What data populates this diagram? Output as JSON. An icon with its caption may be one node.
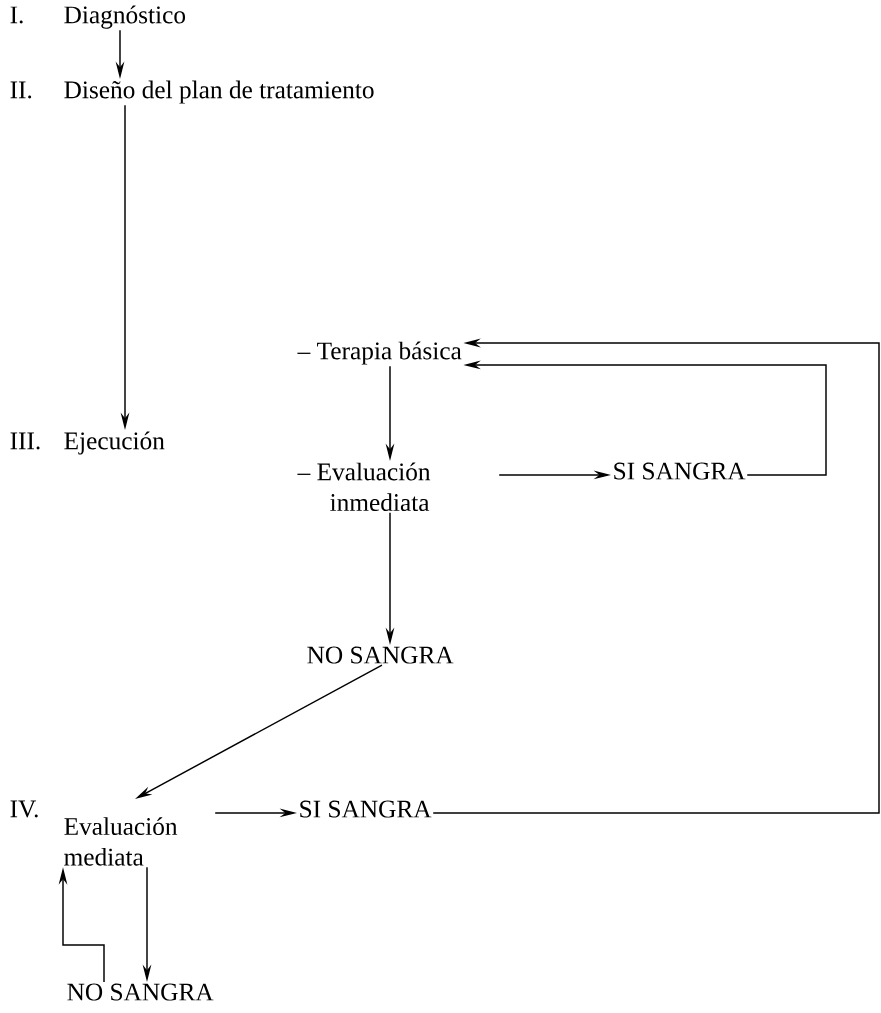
{
  "diagram": {
    "nodes": [
      {
        "text": [
          "I.",
          "Diagnóstico"
        ]
      },
      {
        "text": [
          "II.",
          "Diseño del plan de tratamiento"
        ]
      },
      {
        "text": [
          "III.",
          "Ejecución"
        ]
      },
      {
        "text": [
          "– Terapia básica"
        ]
      },
      {
        "text": [
          "– Evaluación inmediata"
        ]
      },
      {
        "text": [
          "SI SANGRA"
        ]
      },
      {
        "text": [
          "NO SANGRA"
        ]
      },
      {
        "text": [
          "IV.",
          "Evaluación mediata"
        ]
      },
      {
        "text": [
          "SI SANGRA"
        ]
      },
      {
        "text": [
          "NO SANGRA"
        ]
      }
    ],
    "edges": [
      {
        "from": 0,
        "to": 1,
        "arrow": "to"
      },
      {
        "from": 1,
        "to": 2,
        "arrow": "to"
      },
      {
        "from": 3,
        "to": 4,
        "arrow": "to"
      },
      {
        "from": 4,
        "to": 5,
        "arrow": "to"
      },
      {
        "from": 5,
        "to": 3,
        "arrow": "to"
      },
      {
        "from": 4,
        "to": 6,
        "arrow": "to"
      },
      {
        "from": 6,
        "to": 7,
        "arrow": "to"
      },
      {
        "from": 7,
        "to": 8,
        "arrow": "to"
      },
      {
        "from": 8,
        "to": 3,
        "arrow": "to"
      },
      {
        "from": 7,
        "to": 9,
        "arrow": "to"
      },
      {
        "from": 9,
        "to": 7,
        "arrow": "to"
      }
    ]
  }
}
